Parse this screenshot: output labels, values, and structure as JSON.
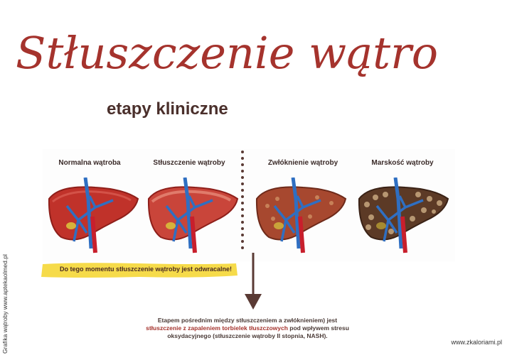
{
  "title": "Stłuszczenie wątroby",
  "subtitle": "etapy kliniczne",
  "stages": [
    {
      "label": "Normalna wątroba"
    },
    {
      "label": "Stłuszczenie wątroby"
    },
    {
      "label": "Zwłóknienie wątroby"
    },
    {
      "label": "Marskość wątroby"
    }
  ],
  "highlight": "Do tego momentu stłuszczenie wątroby jest odwracalne!",
  "note": {
    "line1": "Etapem pośrednim między stłuszczeniem a zwłóknieniem) jest",
    "line2_red": "stłuszczenie z zapaleniem torbielek tłuszczowych",
    "line2_rest": " pod wpływem stresu",
    "line3": "oksydacyjnego (stłuszczenie wątroby II stopnia, NASH)."
  },
  "side_credit": "Grafika wątroby  www.aptekaolmed.pl",
  "site": "www.zkaloriami.pl",
  "colors": {
    "title": "#a5332d",
    "highlight": "#f6db4a",
    "arrow": "#5a3a34"
  }
}
